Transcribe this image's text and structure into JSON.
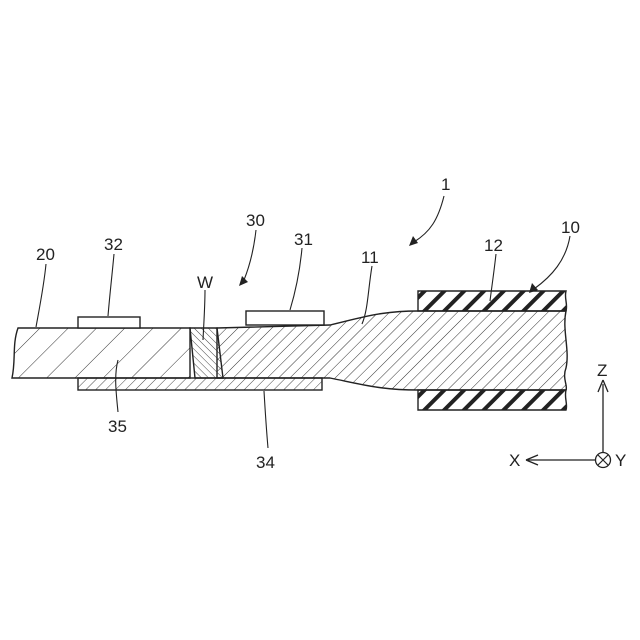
{
  "diagram": {
    "labels": {
      "assembly": "1",
      "sheath": "10",
      "conductor": "11",
      "insulator": "12",
      "wire": "20",
      "terminal": "30",
      "plate_top": "31",
      "pad": "32",
      "plate_bottom": "34",
      "bus_bar": "35",
      "weld": "W"
    },
    "axes": {
      "z": "Z",
      "x": "X",
      "y": "Y"
    }
  }
}
